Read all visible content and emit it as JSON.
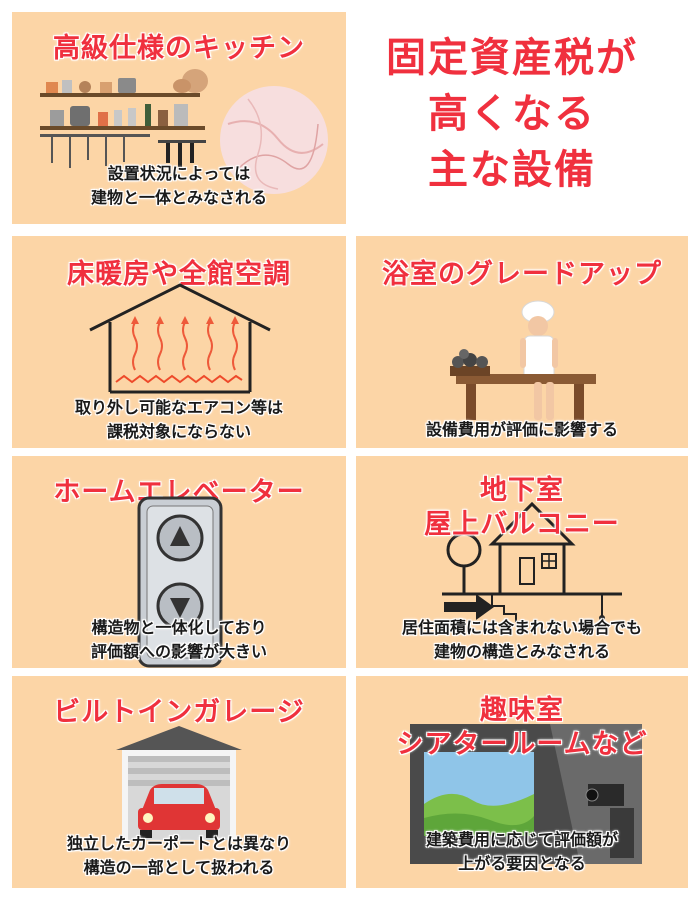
{
  "headline": [
    "固定資産税が",
    "高くなる",
    "主な設備"
  ],
  "cards": [
    {
      "title": [
        "高級仕様のキッチン"
      ],
      "desc": [
        "設置状況によっては",
        "建物と一体とみなされる"
      ]
    },
    {
      "title": [
        "床暖房や全館空調"
      ],
      "desc": [
        "取り外し可能なエアコン等は",
        "課税対象にならない"
      ]
    },
    {
      "title": [
        "浴室のグレードアップ"
      ],
      "desc": [
        "設備費用が評価に影響する"
      ]
    },
    {
      "title": [
        "ホームエレベーター"
      ],
      "desc": [
        "構造物と一体化しており",
        "評価額への影響が大きい"
      ]
    },
    {
      "title": [
        "地下室",
        "屋上バルコニー"
      ],
      "desc": [
        "居住面積には含まれない場合でも",
        "建物の構造とみなされる"
      ]
    },
    {
      "title": [
        "ビルトインガレージ"
      ],
      "desc": [
        "独立したカーポートとは異なり",
        "構造の一部として扱われる"
      ]
    },
    {
      "title": [
        "趣味室",
        "シアタールームなど"
      ],
      "desc": [
        "建築費用に応じて評価額が",
        "上がる要因となる"
      ]
    }
  ],
  "colors": {
    "card": "#fcd5a6",
    "title": "#f0303e",
    "text": "#1a1a1a"
  }
}
